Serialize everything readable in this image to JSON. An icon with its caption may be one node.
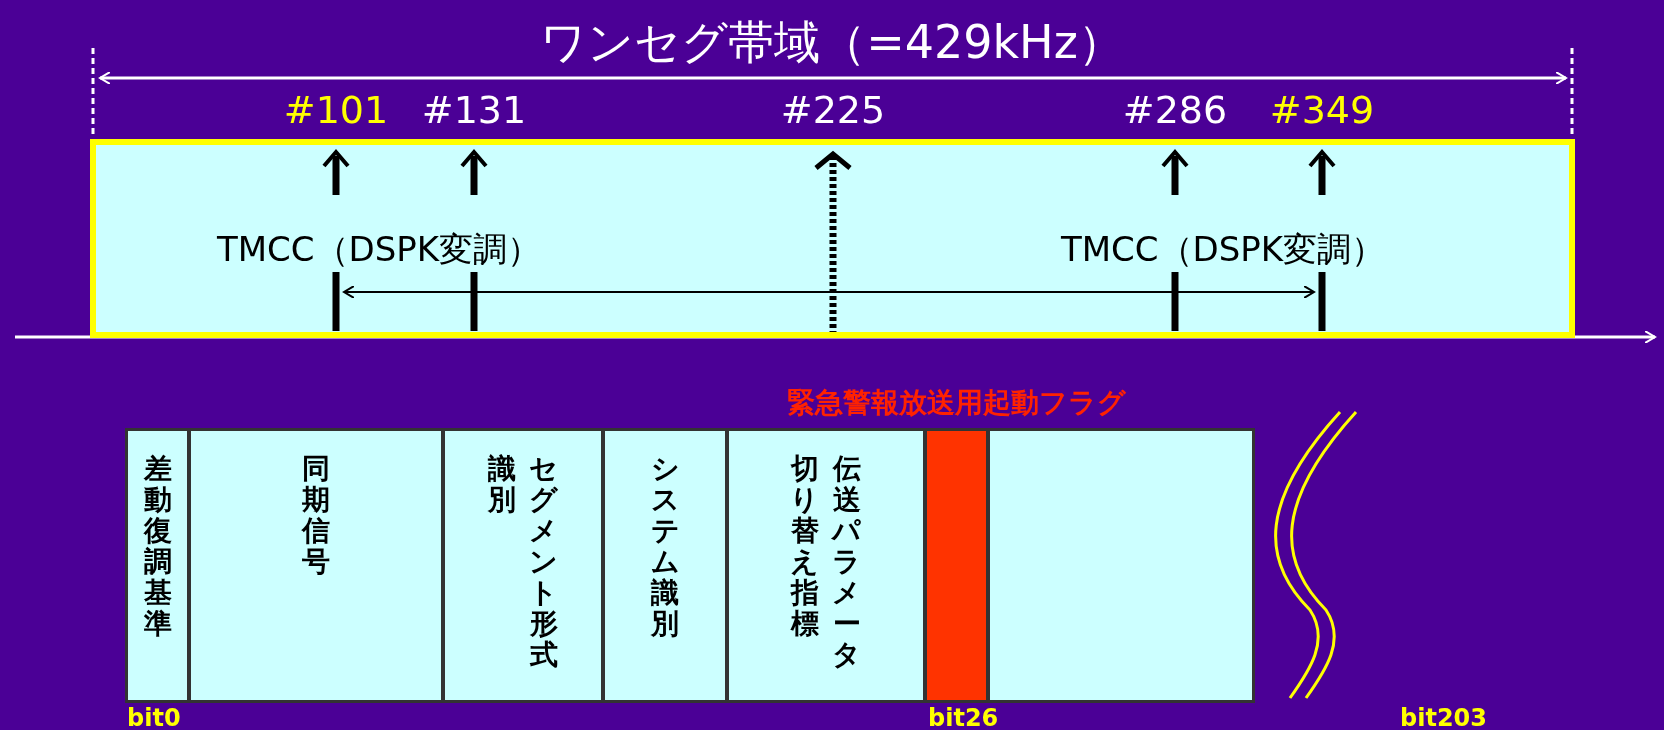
{
  "diagram": {
    "title": "ワンセグ帯域（=429kHz）",
    "nodes": [
      {
        "text": [
          "TMCC（DSPK変調）",
          "TMCC（DSPK変調）"
        ]
      },
      {
        "text": [
          "差動復調基準"
        ]
      },
      {
        "text": [
          "同期信号"
        ]
      },
      {
        "text": [
          "セグメント形式識別"
        ]
      },
      {
        "text": [
          "システム識別"
        ]
      },
      {
        "text": [
          "伝送パラメータ切り替え指標"
        ]
      },
      {
        "text": [],
        "shape": "box",
        "beside": [
          "緊急警報放送用起動フラグ"
        ]
      },
      {
        "text": [],
        "shape": "box"
      }
    ],
    "edges": [],
    "labels": [
      "#101",
      "#131",
      "#225",
      "#286",
      "#349",
      "bit0",
      "bit26",
      "bit203"
    ]
  }
}
